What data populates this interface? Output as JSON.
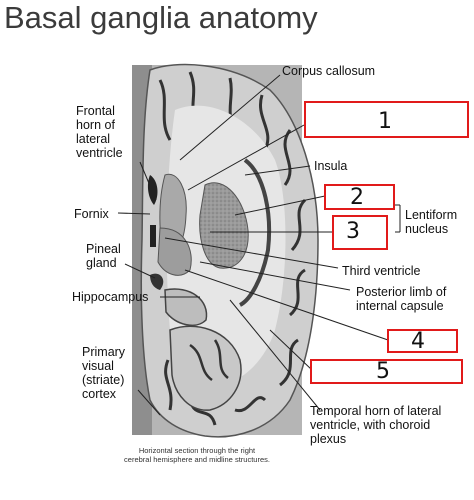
{
  "title": "Basal ganglia anatomy",
  "labels": {
    "corpus_callosum": "Corpus callosum",
    "frontal_horn": [
      "Frontal",
      "horn of",
      "lateral",
      "ventricle"
    ],
    "insula": "Insula",
    "lentiform": [
      "Lentiform",
      "nucleus"
    ],
    "fornix": "Fornix",
    "pineal": [
      "Pineal",
      "gland"
    ],
    "third_ventricle": "Third ventricle",
    "posterior_limb": [
      "Posterior limb of",
      "internal capsule"
    ],
    "hippocampus": "Hippocampus",
    "primary_visual": [
      "Primary",
      "visual",
      "(striate)",
      "cortex"
    ],
    "temporal_horn": [
      "Temporal horn of lateral",
      "ventricle, with choroid",
      "plexus"
    ]
  },
  "caption": [
    "Horizontal section through the right",
    "cerebral hemisphere and midline structures."
  ],
  "answers": [
    "1",
    "2",
    "3",
    "4",
    "5"
  ],
  "colors": {
    "box_border": "#e11a1a",
    "title": "#3b3b3b"
  }
}
